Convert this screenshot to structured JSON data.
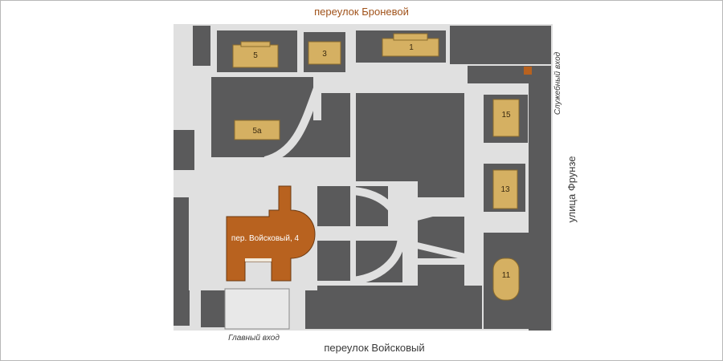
{
  "streets": {
    "top": "переулок Броневой",
    "bottom": "переулок Войсковый",
    "right": "улица Фрунзе"
  },
  "entrances": {
    "main": "Главный вход",
    "service": "Служебный вход"
  },
  "buildings": {
    "b1": "1",
    "b3": "3",
    "b5": "5",
    "b5a": "5а",
    "b11": "11",
    "b13": "13",
    "b15": "15",
    "main": "пер. Войсковый, 4"
  },
  "colors": {
    "block": "#5a5a5b",
    "path": "#e0e0e0",
    "building": "#d5b062",
    "main_building": "#b8621f",
    "street_top": "#a0521a",
    "street_other": "#3a3a3a"
  }
}
